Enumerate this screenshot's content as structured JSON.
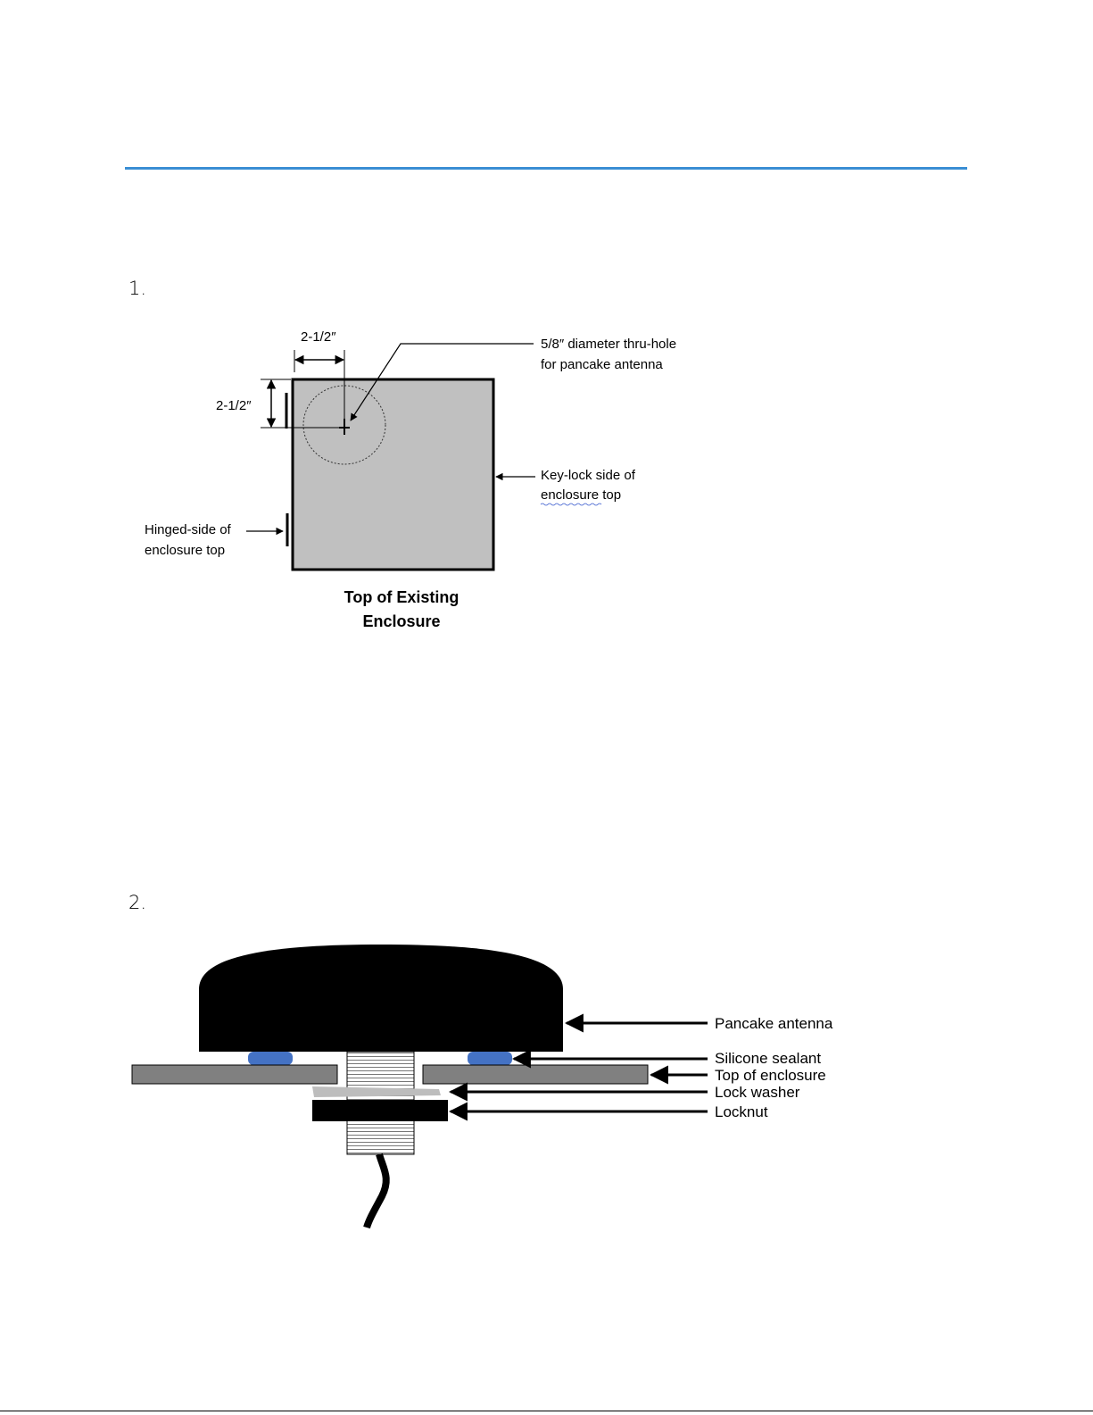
{
  "steps": {
    "step1_number": "1.",
    "step2_number": "2."
  },
  "figure1": {
    "dim_horizontal": "2-1/2″",
    "dim_vertical": "2-1/2″",
    "hole_label_line1": "5/8″ diameter thru-hole",
    "hole_label_line2": "for pancake antenna",
    "keylock_line1": "Key-lock side of",
    "keylock_line2": "enclosure top",
    "hinged_line1": "Hinged-side of",
    "hinged_line2": "enclosure top",
    "caption_line1": "Top of Existing",
    "caption_line2": "Enclosure"
  },
  "figure2": {
    "pancake_antenna": "Pancake antenna",
    "silicone_sealant": "Silicone sealant",
    "top_of_enclosure": "Top of enclosure",
    "lock_washer": "Lock washer",
    "locknut": "Locknut"
  },
  "colors": {
    "rule": "#3a8ed4",
    "enclosure_fill": "#c0c0c0",
    "sealant": "#4472c4",
    "plate": "#808080"
  }
}
